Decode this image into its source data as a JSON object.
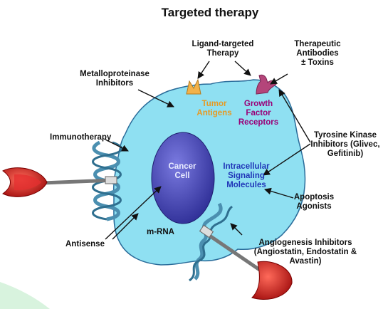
{
  "title": "Targeted therapy",
  "labels": {
    "ligand_targeted_therapy": "Ligand-targeted\nTherapy",
    "therapeutic_antibodies": "Therapeutic\nAntibodies\n± Toxins",
    "metalloproteinase_inhibitors": "Metalloproteinase\nInhibitors",
    "tumor_antigens": "Tumor\nAntigens",
    "growth_factor_receptors": "Growth\nFactor\nReceptors",
    "immunotherapy": "Immunotherapy",
    "tyrosine_kinase_inhibitors": "Tyrosine Kinase\nInhibitors (Glivec,\nGefitinib)",
    "cancer_cell": "Cancer\nCell",
    "intracellular_signaling": "Intracellular\nSignaling\nMolecules",
    "apoptosis_agonists": "Apoptosis\nAgonists",
    "antisense": "Antisense",
    "m_rna": "m-RNA",
    "angiogenesis_inhibitors": "Angiogenesis Inhibitors\n(Angiostatin, Endostatin &\nAvastin)"
  },
  "colors": {
    "cell_fill": "#8fe0f2",
    "cell_stroke": "#2a6c9a",
    "nucleus_fill": "#4d4dbe",
    "tumor_antigen": "#f2b24a",
    "receptor": "#b4457a",
    "dart_red": "#c81818",
    "helix": "#4b8fb0",
    "arrow": "#111111"
  }
}
